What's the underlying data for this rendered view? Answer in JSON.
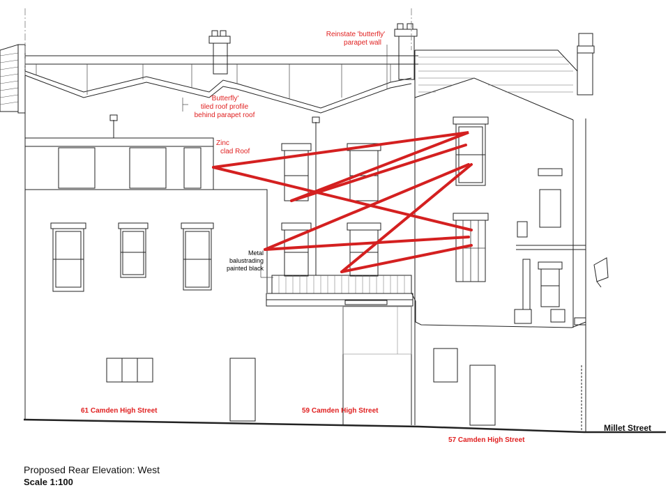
{
  "annotations": {
    "reinstate": [
      "Reinstate 'butterfly'",
      "parapet wall"
    ],
    "butterfly": [
      "'Butterfly'",
      "tiled roof profile",
      "behind parapet roof"
    ],
    "zinc": [
      "Zinc",
      "clad Roof"
    ],
    "metal": [
      "Metal",
      "balustrading",
      "painted black"
    ]
  },
  "buildings": {
    "b61": "61 Camden High Street",
    "b59": "59 Camden High Street",
    "b57": "57 Camden High Street"
  },
  "street": "Millet Street",
  "caption": {
    "title": "Proposed Rear Elevation: West",
    "scale": "Scale 1:100"
  },
  "colors": {
    "annotation": "#e02020",
    "linework": "#222222",
    "markup": "#d42020"
  }
}
